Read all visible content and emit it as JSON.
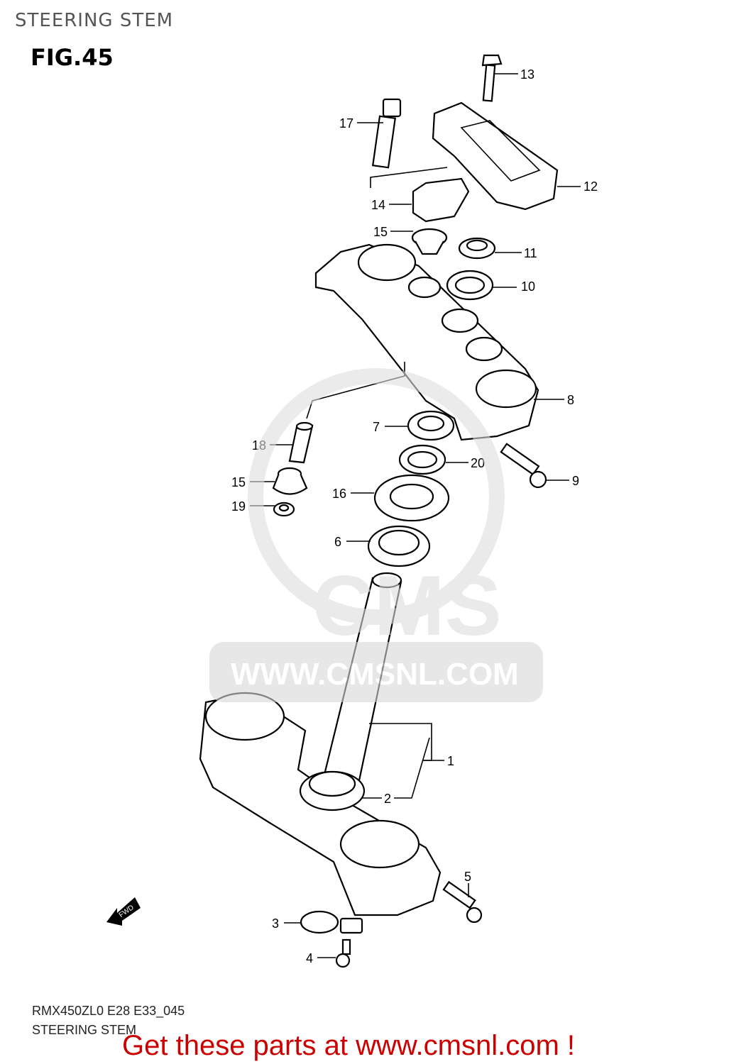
{
  "header": {
    "title": "STEERING STEM",
    "figure": "FIG.45"
  },
  "watermark": {
    "logo_text": "CMS",
    "url_text": "WWW.CMSNL.COM",
    "color": "#d8d8d8"
  },
  "callouts": [
    "13",
    "17",
    "12",
    "14",
    "15",
    "11",
    "10",
    "8",
    "7",
    "18",
    "20",
    "9",
    "15",
    "16",
    "19",
    "6",
    "1",
    "2",
    "5",
    "3",
    "4"
  ],
  "direction_badge": "FWD",
  "footer": {
    "code": "RMX450ZL0 E28 E33_045",
    "name": "STEERING STEM"
  },
  "promo": {
    "text": "Get these parts at www.cmsnl.com !",
    "color": "#cc0000"
  }
}
